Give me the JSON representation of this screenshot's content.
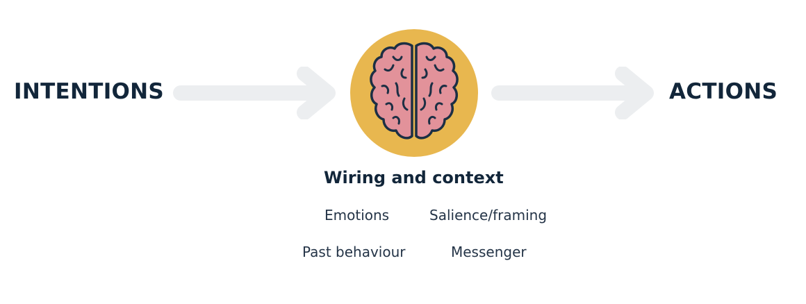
{
  "left_node": {
    "label": "INTENTIONS"
  },
  "right_node": {
    "label": "ACTIONS"
  },
  "center": {
    "icon": "brain-icon",
    "title": "Wiring and context",
    "factors": [
      "Emotions",
      "Salience/framing",
      "Past behaviour",
      "Messenger"
    ]
  },
  "colors": {
    "text": "#12263a",
    "arrow": "#eceef0",
    "circle": "#e8b74f",
    "brain": "#e2929a",
    "brain_outline": "#1c2f44"
  }
}
